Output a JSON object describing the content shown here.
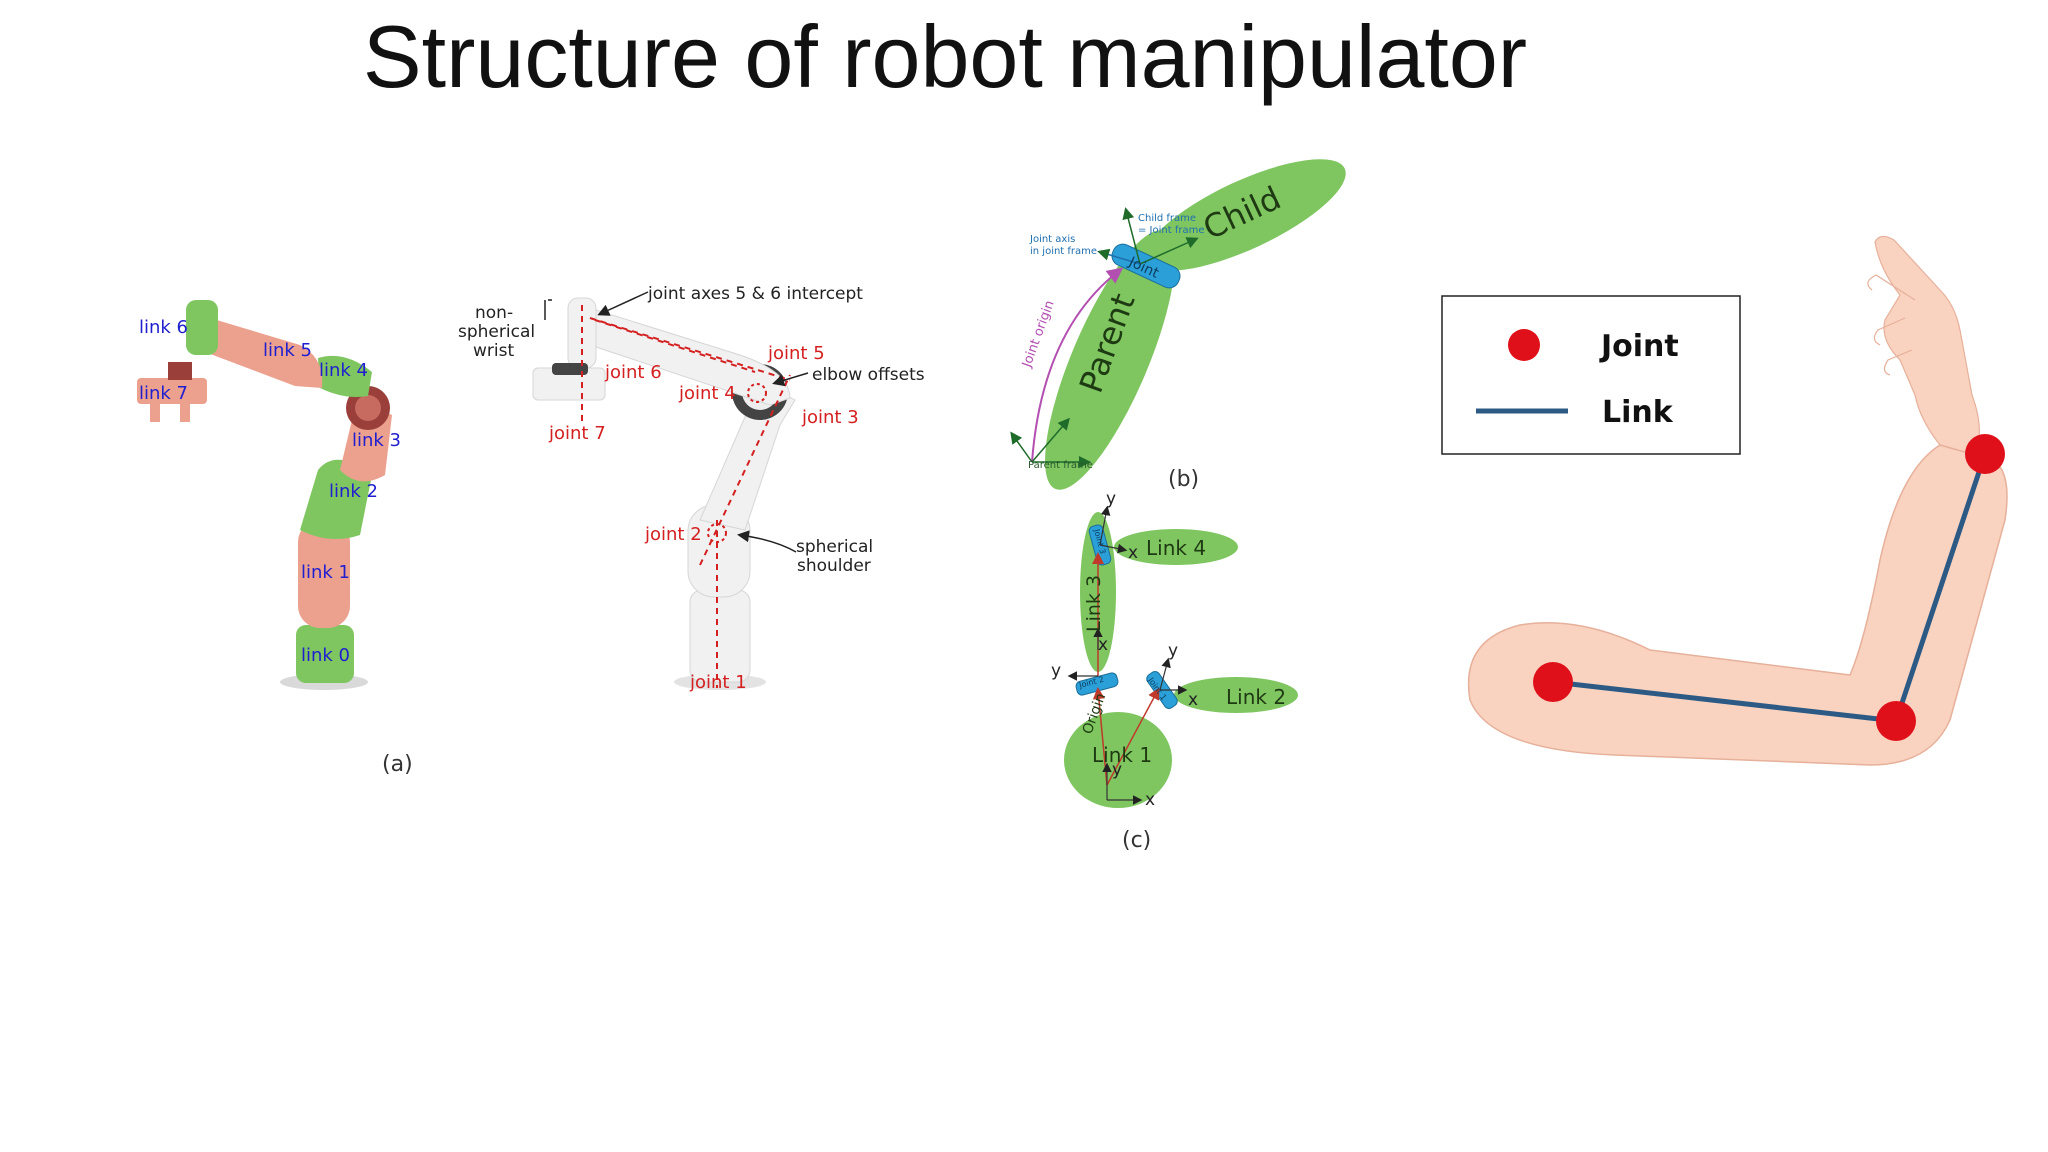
{
  "title": "Structure of robot manipulator",
  "panel_a": {
    "caption": "(a)",
    "links": [
      "link 0",
      "link 1",
      "link 2",
      "link 3",
      "link 4",
      "link 5",
      "link 6",
      "link 7"
    ],
    "joints": [
      "joint 1",
      "joint 2",
      "joint 3",
      "joint 4",
      "joint 5",
      "joint 6",
      "joint 7"
    ],
    "annotations": {
      "intercept": "joint axes 5 & 6 intercept",
      "wrist_1": "non-",
      "wrist_2": "spherical",
      "wrist_3": "wrist",
      "elbow": "elbow offsets",
      "shoulder_1": "spherical",
      "shoulder_2": "shoulder"
    }
  },
  "panel_b": {
    "caption": "(b)",
    "child": "Child",
    "parent": "Parent",
    "joint": "Joint",
    "child_frame_1": "Child frame",
    "child_frame_2": "= Joint frame",
    "joint_axis_1": "Joint axis",
    "joint_axis_2": "in joint frame",
    "joint_origin": "Joint origin",
    "parent_frame": "Parent frame"
  },
  "panel_c": {
    "caption": "(c)",
    "link1": "Link 1",
    "link2": "Link 2",
    "link3": "Link 3",
    "link4": "Link 4",
    "origin": "Origin",
    "joint1": "Joint 1",
    "joint2": "Joint 2",
    "joint3": "Joint 3",
    "x": "x",
    "y": "y"
  },
  "legend": {
    "joint": "Joint",
    "link": "Link"
  },
  "colors": {
    "link_green": "#7fc661",
    "link_salmon": "#eca08e",
    "joint_red": "#e0101b",
    "link_navy": "#2c5a85",
    "skin": "#f9d3c0",
    "joint_cyan": "#2a9fd8",
    "dash_red": "#d42020"
  },
  "icons": [
    "robot-arm-segmented",
    "robot-arm-annotated",
    "arm-illustration"
  ]
}
